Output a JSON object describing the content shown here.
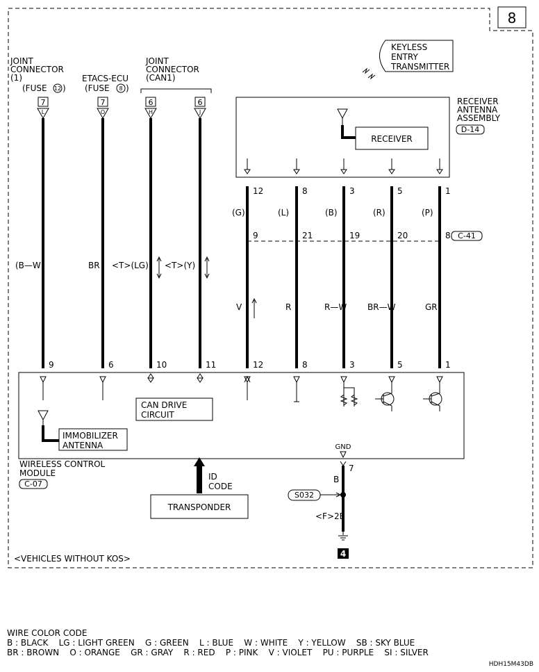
{
  "page_number": "8",
  "keyless": [
    "KEYLESS",
    "ENTRY",
    "TRANSMITTER"
  ],
  "left_connectors": {
    "joint1": {
      "lines": [
        "JOINT",
        "CONNECTOR",
        "(1)",
        "(FUSE"
      ],
      "fuse_num": "12",
      "suffix": ")"
    },
    "etacs": {
      "lines": [
        "ETACS-ECU",
        "(FUSE"
      ],
      "fuse_num": "8",
      "suffix": ")"
    },
    "can1": [
      "JOINT",
      "CONNECTOR",
      "(CAN1)"
    ]
  },
  "tag_numbers": [
    "7",
    "7",
    "6",
    "6"
  ],
  "tag_letters": [
    "L",
    "O",
    "H",
    "J"
  ],
  "receiver_assembly": {
    "lines": [
      "RECEIVER",
      "ANTENNA",
      "ASSEMBLY"
    ],
    "code": "D-14",
    "receiver": "RECEIVER"
  },
  "receiver_pins": [
    "12",
    "8",
    "3",
    "5",
    "1"
  ],
  "wire_colors_upper": [
    "(G)",
    "(L)",
    "(B)",
    "(R)",
    "(P)"
  ],
  "connector_pins": [
    "9",
    "21",
    "19",
    "20",
    "8"
  ],
  "connector_code": "C-41",
  "left_wire_colors": [
    "(B—W)",
    "BR",
    "<T>(LG)",
    "<T>(Y)"
  ],
  "lower_wire_colors": [
    "V",
    "R",
    "R—W",
    "BR—W",
    "GR"
  ],
  "module_pins": [
    "9",
    "6",
    "10",
    "11",
    "12",
    "8",
    "3",
    "5",
    "1"
  ],
  "can_drive": [
    "CAN DRIVE",
    "CIRCUIT"
  ],
  "immobilizer": [
    "IMMOBILIZER",
    "ANTENNA"
  ],
  "module": {
    "lines": [
      "WIRELESS CONTROL",
      "MODULE"
    ],
    "code": "C-07"
  },
  "gnd": {
    "label": "GND",
    "pin": "7",
    "wire": "B",
    "splice": "S032",
    "note": "<F>2B",
    "ground_num": "4"
  },
  "id_code": [
    "ID",
    "CODE"
  ],
  "transponder": "TRANSPONDER",
  "vehicles_note": "<VEHICLES WITHOUT KOS>",
  "legend": {
    "title": "WIRE COLOR CODE",
    "line1": "B : BLACK    LG : LIGHT GREEN    G : GREEN    L : BLUE    W : WHITE    Y : YELLOW    SB : SKY BLUE",
    "line2": "BR : BROWN    O : ORANGE    GR : GRAY    R : RED    P : PINK    V : VIOLET    PU : PURPLE    SI : SILVER"
  },
  "doc_code": "HDH15M43DB"
}
